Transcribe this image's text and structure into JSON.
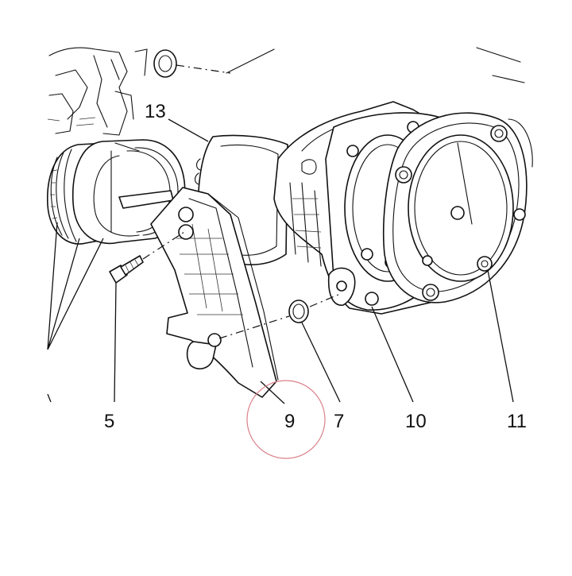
{
  "diagram": {
    "callouts": [
      "13",
      "5",
      "9",
      "7",
      "10",
      "11"
    ],
    "highlight_color": "#d9808a",
    "line_color": "#111111",
    "background_color": "#ffffff"
  }
}
